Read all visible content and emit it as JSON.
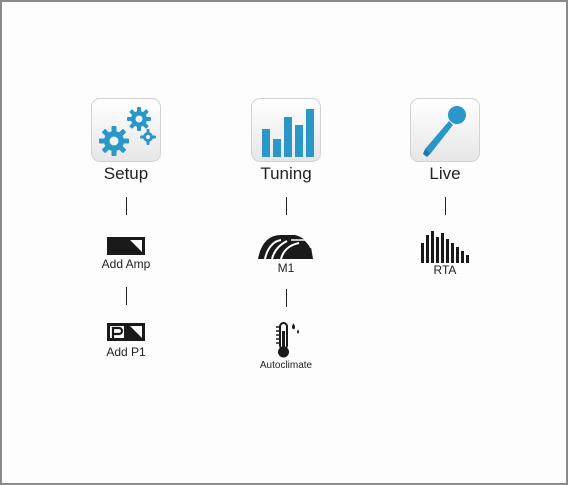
{
  "accent_color": "#2b96c8",
  "columns": [
    {
      "label": "Setup",
      "icon": "gears-icon",
      "steps": [
        {
          "label": "Add Amp",
          "icon": "amp-icon"
        },
        {
          "label": "Add P1",
          "icon": "p1-icon"
        }
      ]
    },
    {
      "label": "Tuning",
      "icon": "bar-chart-icon",
      "steps": [
        {
          "label": "M1",
          "icon": "car-tunnel-icon"
        },
        {
          "label": "Autoclimate",
          "icon": "thermometer-icon"
        }
      ]
    },
    {
      "label": "Live",
      "icon": "microphone-icon",
      "steps": [
        {
          "label": "RTA",
          "icon": "rta-bars-icon"
        }
      ]
    }
  ]
}
